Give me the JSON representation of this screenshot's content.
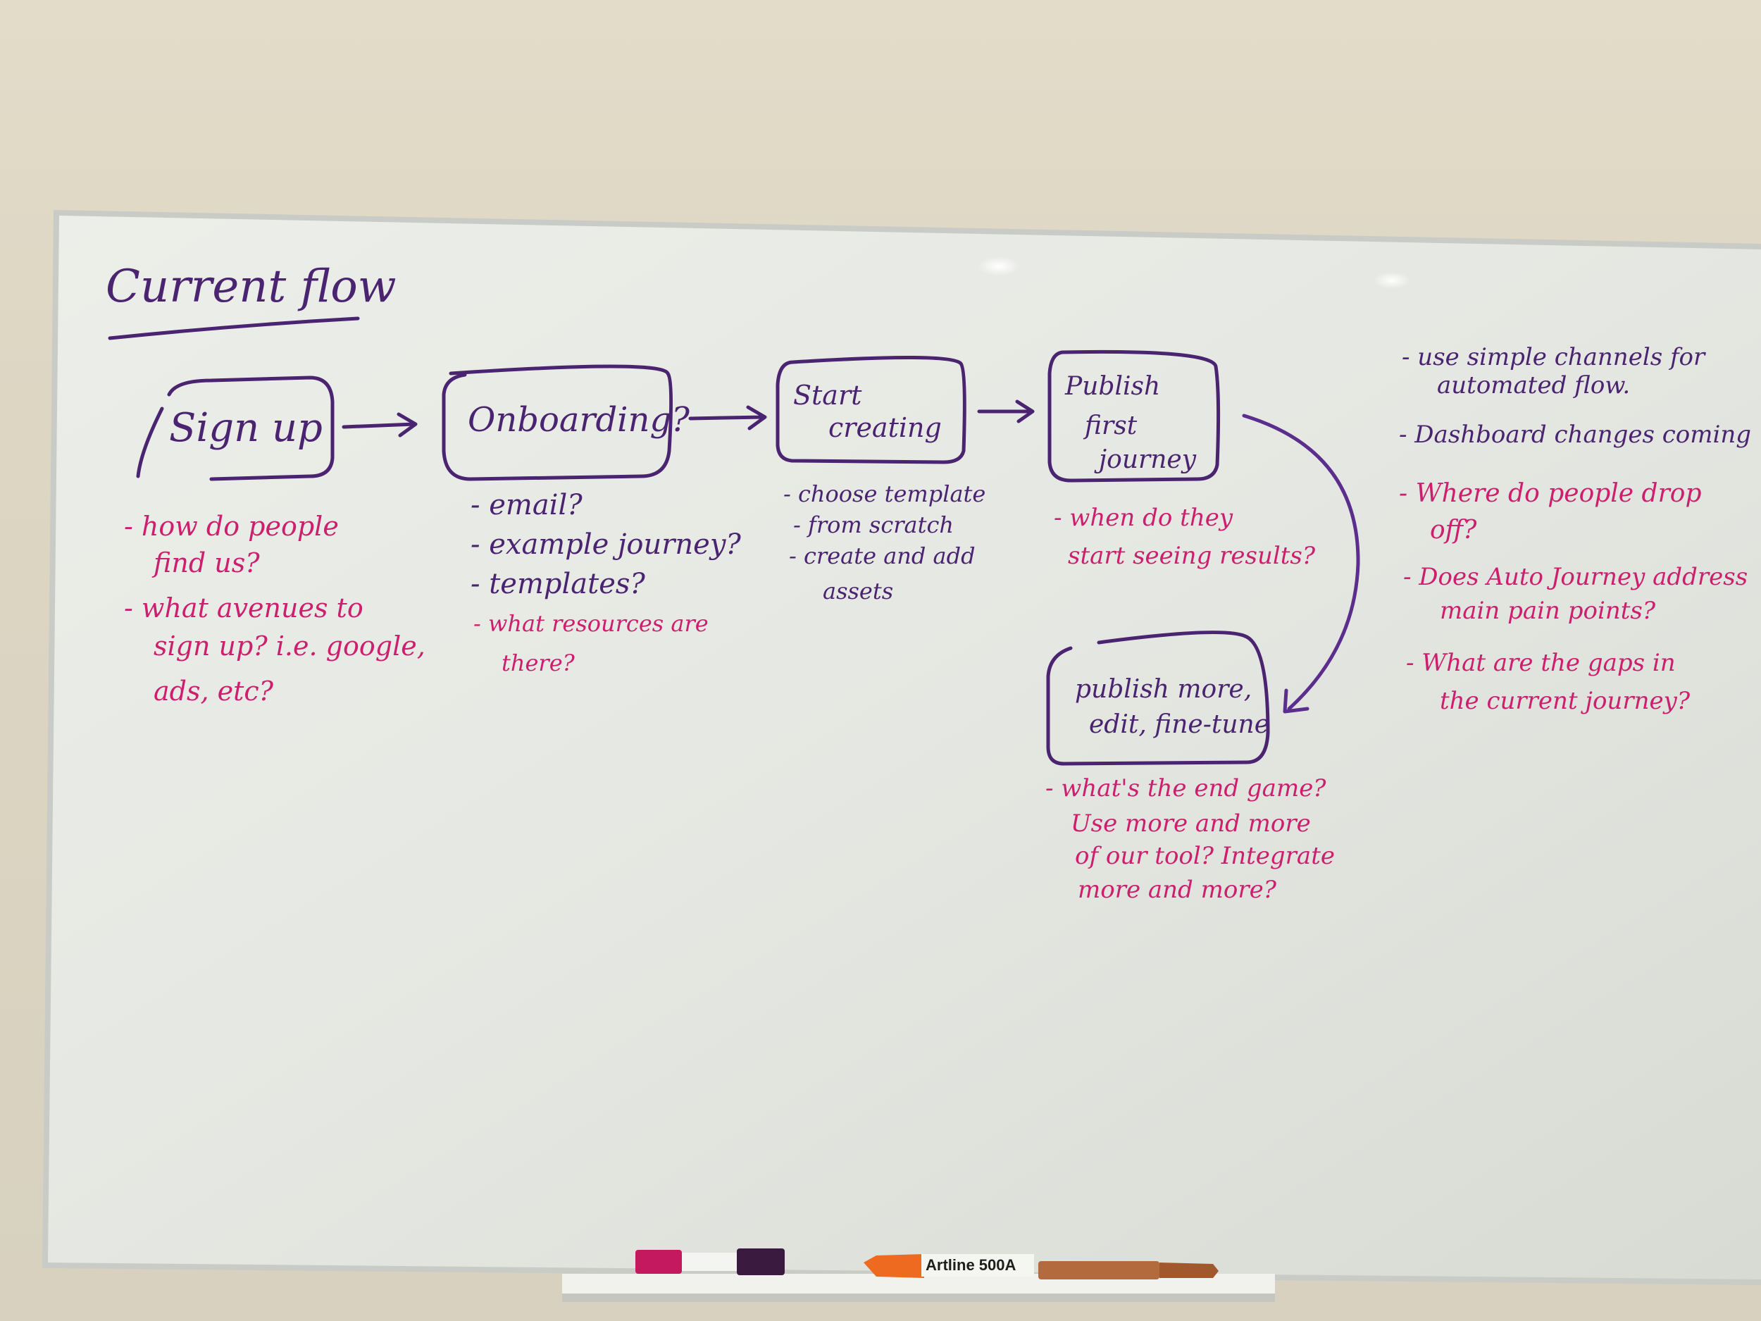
{
  "board": {
    "title": "Current flow"
  },
  "flow": {
    "sign_up": {
      "label": "Sign up",
      "notes": [
        "- how do people",
        "find us?",
        "- what avenues to",
        "sign up? i.e. google,",
        "ads, etc?"
      ]
    },
    "onboarding": {
      "label": "Onboarding?",
      "items": [
        "- email?",
        "- example journey?",
        "- templates?"
      ],
      "notes": [
        "- what resources are",
        "there?"
      ]
    },
    "start_creating": {
      "label_lines": [
        "Start",
        "creating"
      ],
      "items": [
        "- choose template",
        "- from scratch",
        "- create and add",
        "assets"
      ]
    },
    "publish_first": {
      "label_lines": [
        "Publish",
        "first",
        "journey"
      ],
      "notes": [
        "- when do they",
        "start seeing results?"
      ]
    },
    "publish_more": {
      "label_lines": [
        "publish more,",
        "edit, fine-tune"
      ],
      "notes": [
        "- what's the end game?",
        "Use more and more",
        "of our tool? Integrate",
        "more and more?"
      ]
    }
  },
  "side_notes": {
    "purple": [
      "- use simple channels for",
      "automated flow.",
      "- Dashboard changes coming"
    ],
    "pink": [
      "- Where do people drop",
      "off?",
      "- Does Auto Journey address",
      "main pain points?",
      "- What are the gaps in",
      "the current journey?"
    ]
  },
  "markers": {
    "label": "Artline 500A"
  },
  "colors": {
    "purple_ink": "#4a2470",
    "violet_ink": "#5b2d8c",
    "pink_ink": "#cc1f6e"
  }
}
